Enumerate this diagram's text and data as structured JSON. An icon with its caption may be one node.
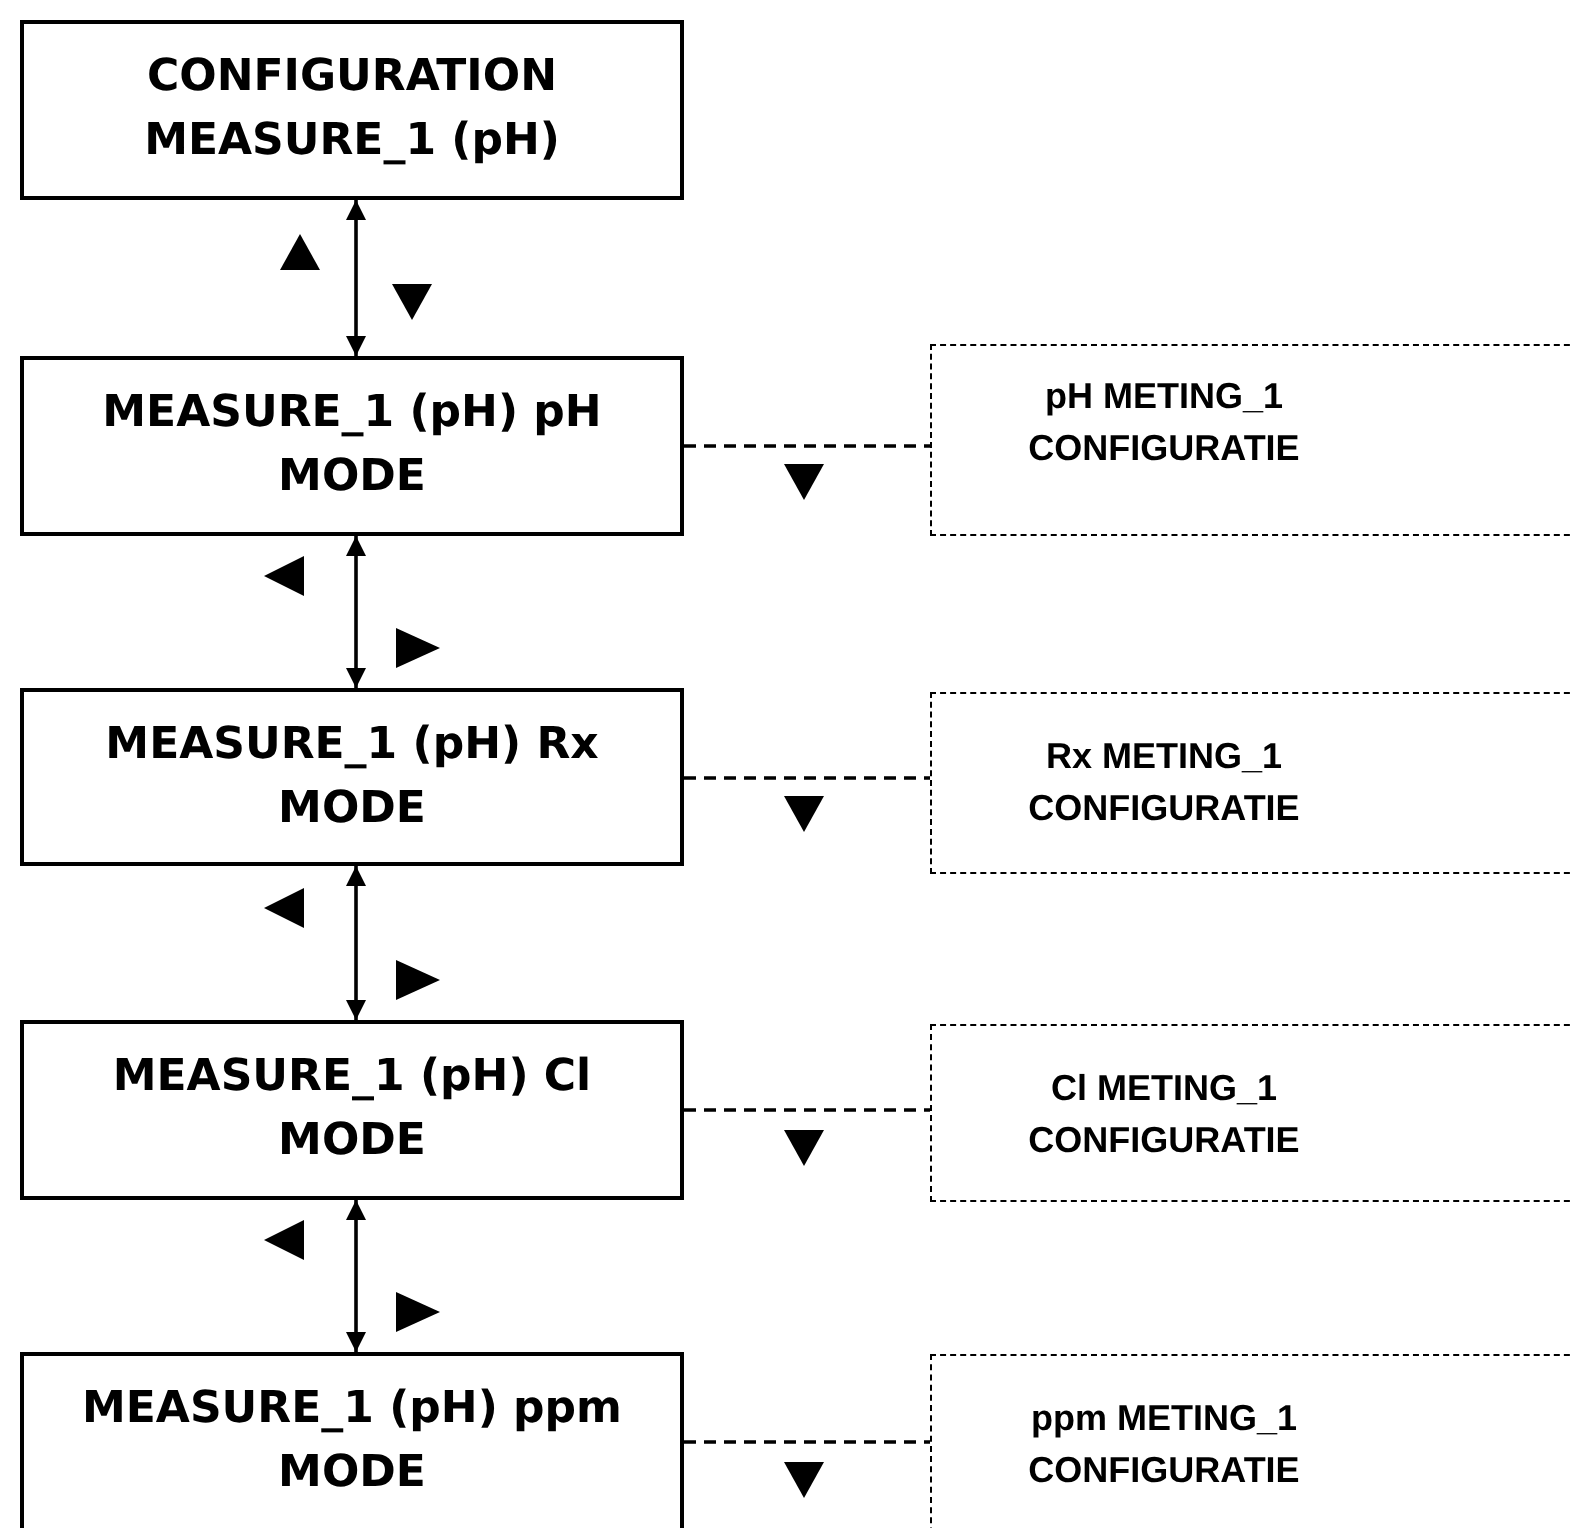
{
  "diagram": {
    "nodes": [
      {
        "text": [
          "CONFIGURATION MEASURE_1 (pH)"
        ]
      },
      {
        "text": [
          "MEASURE_1 (pH) pH MODE"
        ]
      },
      {
        "text": [
          "pH METING_1 CONFIGURATIE"
        ]
      },
      {
        "text": [
          "MEASURE_1 (pH) Rx MODE"
        ]
      },
      {
        "text": [
          "Rx METING_1 CONFIGURATIE"
        ]
      },
      {
        "text": [
          "MEASURE_1 (pH) Cl MODE"
        ]
      },
      {
        "text": [
          "Cl METING_1 CONFIGURATIE"
        ]
      },
      {
        "text": [
          "MEASURE_1 (pH) ppm MODE"
        ]
      },
      {
        "text": [
          "ppm METING_1 CONFIGURATIE"
        ]
      }
    ],
    "edges": [
      {
        "from": 0,
        "to": 1,
        "arrow": "both"
      },
      {
        "from": 1,
        "to": 3,
        "arrow": "both"
      },
      {
        "from": 3,
        "to": 5,
        "arrow": "both"
      },
      {
        "from": 5,
        "to": 7,
        "arrow": "both"
      },
      {
        "from": 1,
        "to": 2,
        "arrow": "none",
        "style": "dashed"
      },
      {
        "from": 3,
        "to": 4,
        "arrow": "none",
        "style": "dashed"
      },
      {
        "from": 5,
        "to": 6,
        "arrow": "none",
        "style": "dashed"
      },
      {
        "from": 7,
        "to": 8,
        "arrow": "none",
        "style": "dashed"
      }
    ]
  }
}
